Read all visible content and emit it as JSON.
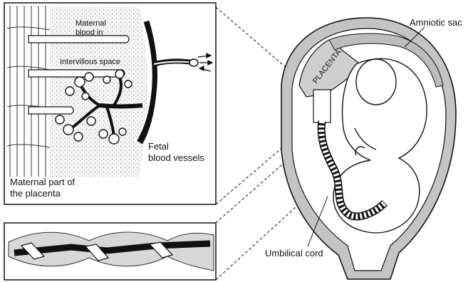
{
  "labels": {
    "amniotic_sac": "Amniotic sac",
    "placenta": "PLACENTA",
    "maternal_blood_in_line1": "Maternal",
    "maternal_blood_in_line2": "blood in",
    "intervillous_space": "Intervillous space",
    "fetal_vessels_line1": "Fetal",
    "fetal_vessels_line2": "blood vessels",
    "maternal_part_line1": "Maternal part of",
    "maternal_part_line2": "the placenta",
    "umbilical_cord": "Umbilical cord"
  },
  "colors": {
    "ink": "#111111",
    "placenta_gray": "#d0d0d0",
    "uterus_gray": "#bdbdbd",
    "stipple": "#9a9a9a",
    "paper": "#ffffff"
  }
}
